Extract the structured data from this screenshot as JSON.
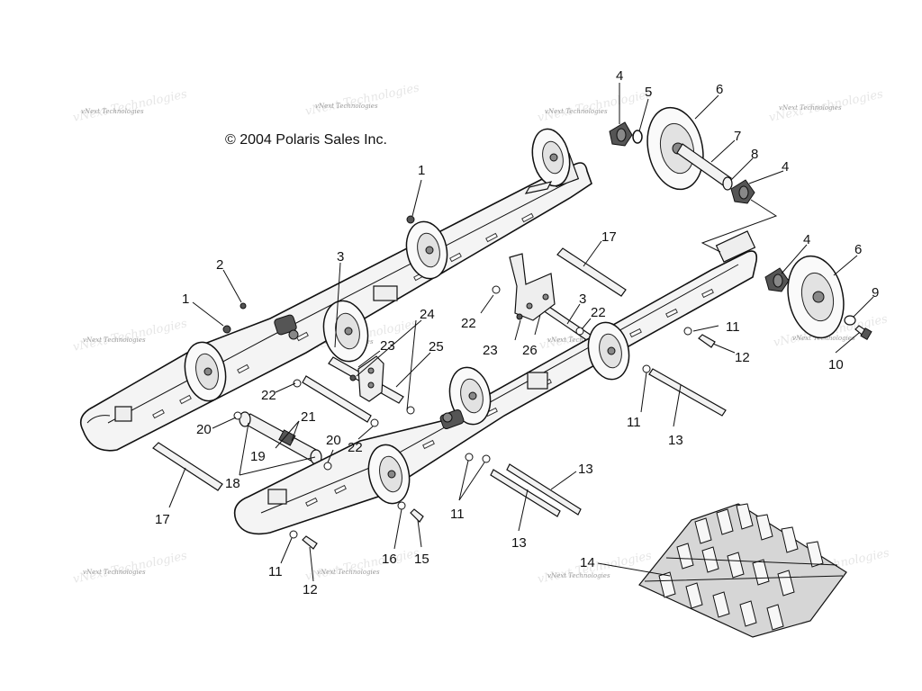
{
  "copyright": "© 2004 Polaris Sales Inc.",
  "watermark": "vNext Technologies",
  "callouts": [
    {
      "id": "c-1a",
      "label": "1"
    },
    {
      "id": "c-1b",
      "label": "1"
    },
    {
      "id": "c-2",
      "label": "2"
    },
    {
      "id": "c-3a",
      "label": "3"
    },
    {
      "id": "c-3b",
      "label": "3"
    },
    {
      "id": "c-4a",
      "label": "4"
    },
    {
      "id": "c-4b",
      "label": "4"
    },
    {
      "id": "c-4c",
      "label": "4"
    },
    {
      "id": "c-5",
      "label": "5"
    },
    {
      "id": "c-6a",
      "label": "6"
    },
    {
      "id": "c-6b",
      "label": "6"
    },
    {
      "id": "c-7",
      "label": "7"
    },
    {
      "id": "c-8",
      "label": "8"
    },
    {
      "id": "c-9",
      "label": "9"
    },
    {
      "id": "c-10",
      "label": "10"
    },
    {
      "id": "c-11a",
      "label": "11"
    },
    {
      "id": "c-11b",
      "label": "11"
    },
    {
      "id": "c-11c",
      "label": "11"
    },
    {
      "id": "c-11d",
      "label": "11"
    },
    {
      "id": "c-12a",
      "label": "12"
    },
    {
      "id": "c-12b",
      "label": "12"
    },
    {
      "id": "c-13a",
      "label": "13"
    },
    {
      "id": "c-13b",
      "label": "13"
    },
    {
      "id": "c-13c",
      "label": "13"
    },
    {
      "id": "c-14",
      "label": "14"
    },
    {
      "id": "c-15",
      "label": "15"
    },
    {
      "id": "c-16",
      "label": "16"
    },
    {
      "id": "c-17a",
      "label": "17"
    },
    {
      "id": "c-17b",
      "label": "17"
    },
    {
      "id": "c-18",
      "label": "18"
    },
    {
      "id": "c-19",
      "label": "19"
    },
    {
      "id": "c-20a",
      "label": "20"
    },
    {
      "id": "c-20b",
      "label": "20"
    },
    {
      "id": "c-21",
      "label": "21"
    },
    {
      "id": "c-22a",
      "label": "22"
    },
    {
      "id": "c-22b",
      "label": "22"
    },
    {
      "id": "c-22c",
      "label": "22"
    },
    {
      "id": "c-22d",
      "label": "22"
    },
    {
      "id": "c-23a",
      "label": "23"
    },
    {
      "id": "c-23b",
      "label": "23"
    },
    {
      "id": "c-24",
      "label": "24"
    },
    {
      "id": "c-25",
      "label": "25"
    },
    {
      "id": "c-26",
      "label": "26"
    }
  ]
}
